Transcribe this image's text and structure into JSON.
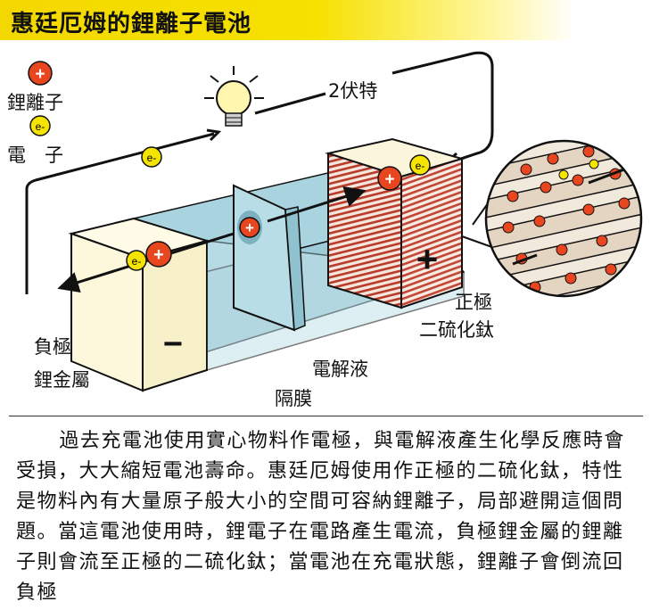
{
  "title": "惠廷厄姆的鋰離子電池",
  "legend": {
    "ion_label": "鋰離子",
    "electron_label": "電　子"
  },
  "labels": {
    "voltage": "2伏特",
    "positive_title": "正極",
    "positive_material": "二硫化鈦",
    "negative_title": "負極",
    "negative_material": "鋰金屬",
    "electrolyte": "電解液",
    "separator": "隔膜"
  },
  "symbols": {
    "plus": "+",
    "minus": "−",
    "electron": "e-"
  },
  "paragraph": "過去充電池使用實心物料作電極，與電解液產生化學反應時會受損，大大縮短電池壽命。惠廷厄姆使用作正極的二硫化鈦，特性是物料內有大量原子般大小的空間可容納鋰離子，局部避開這個問題。當這電池使用時，鋰電子在電路產生電流，負極鋰金屬的鋰離子則會流至正極的二硫化鈦；當電池在充電狀態，鋰離子會倒流回負極",
  "colors": {
    "title_bar": "#f3d800",
    "ion": "#e8461e",
    "electron": "#f5e400",
    "electrolyte": "#a9d3df",
    "metal_block": "#fdf8dc",
    "cathode_stripe": "#c0392b"
  }
}
